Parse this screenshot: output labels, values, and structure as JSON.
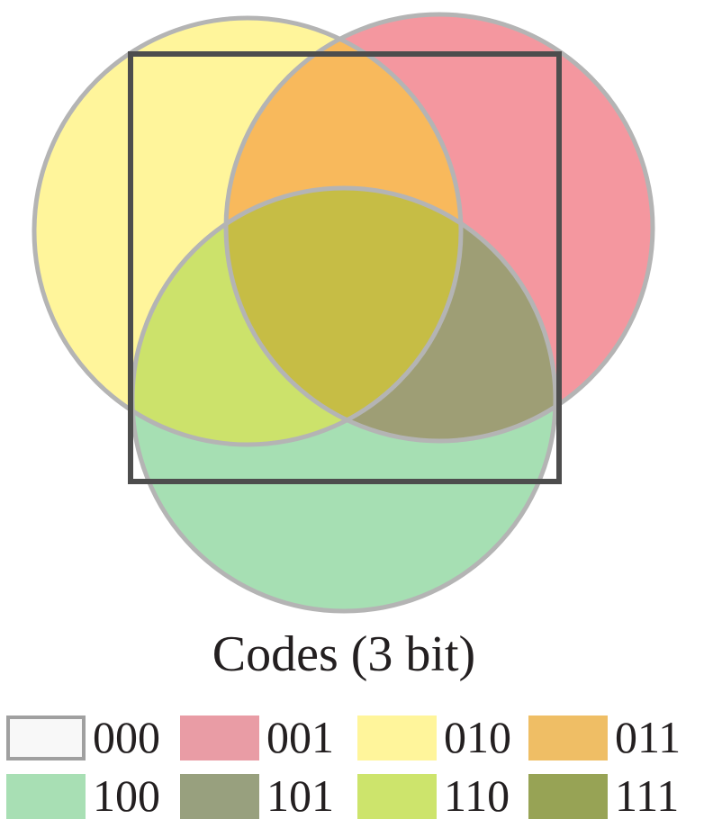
{
  "diagram": {
    "sets": [
      {
        "name": "circle-yellow",
        "fill": "#fff59b"
      },
      {
        "name": "circle-pink",
        "fill": "#f4979f"
      },
      {
        "name": "circle-green",
        "fill": "#a6dfb3"
      }
    ],
    "region_colors": {
      "yellow_pink": "#f8b95c",
      "yellow_green": "#cce26b",
      "pink_green": "#9e9e75",
      "all_three": "#c6bd45"
    },
    "circle_stroke": "#b4b4b4",
    "square_stroke": "#4d4d4d"
  },
  "title": "Codes (3 bit)",
  "legend": [
    {
      "code": "000",
      "color": "#f8f8f8",
      "border": "#a0a0a0"
    },
    {
      "code": "001",
      "color": "#e99ca5"
    },
    {
      "code": "010",
      "color": "#fff59b"
    },
    {
      "code": "011",
      "color": "#efbe65"
    },
    {
      "code": "100",
      "color": "#a8dfb4"
    },
    {
      "code": "101",
      "color": "#98a07e"
    },
    {
      "code": "110",
      "color": "#cde46c"
    },
    {
      "code": "111",
      "color": "#97a355"
    }
  ]
}
